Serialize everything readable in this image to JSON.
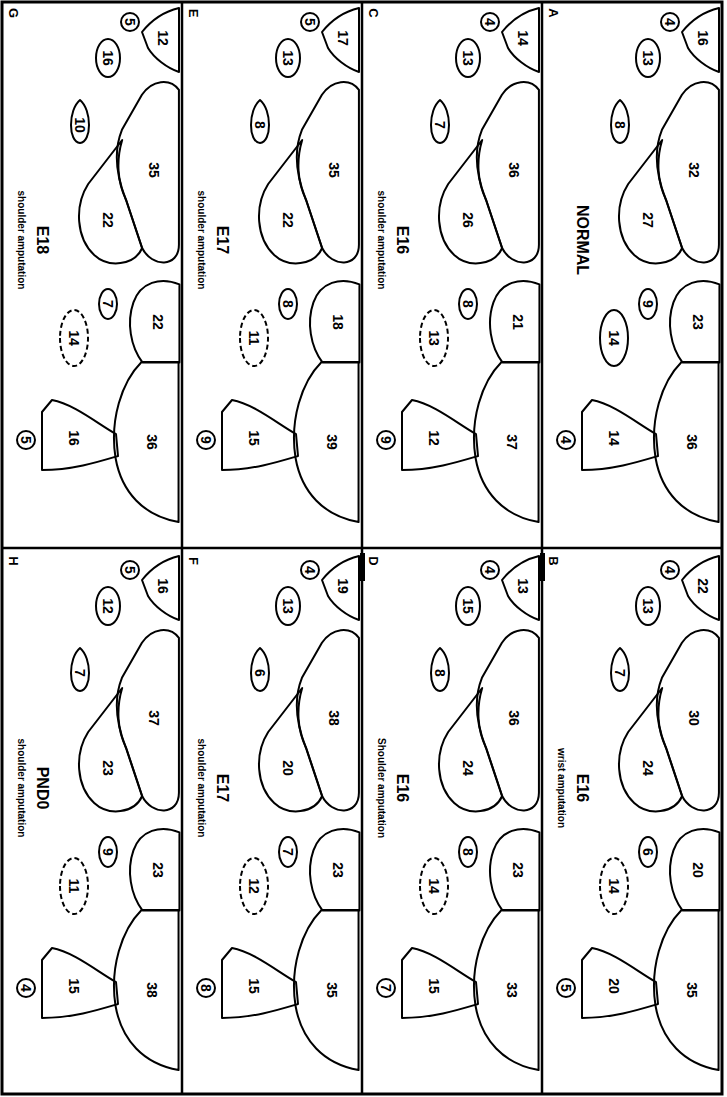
{
  "diagram": {
    "nodes": [
      {
        "text": [
          "16"
        ]
      },
      {
        "text": [
          "4"
        ]
      },
      {
        "text": [
          "13"
        ]
      },
      {
        "text": [
          "32"
        ]
      },
      {
        "text": [
          "27"
        ]
      },
      {
        "text": [
          "8"
        ]
      },
      {
        "text": [
          "23"
        ]
      },
      {
        "text": [
          "36"
        ]
      },
      {
        "text": [
          "9"
        ]
      },
      {
        "text": [
          "14"
        ]
      },
      {
        "text": [
          "14"
        ]
      },
      {
        "text": [
          "4"
        ]
      },
      {
        "text": [
          "22"
        ]
      },
      {
        "text": [
          "4"
        ]
      },
      {
        "text": [
          "13"
        ]
      },
      {
        "text": [
          "30"
        ]
      },
      {
        "text": [
          "24"
        ]
      },
      {
        "text": [
          "7"
        ]
      },
      {
        "text": [
          "20"
        ]
      },
      {
        "text": [
          "35"
        ]
      },
      {
        "text": [
          "6"
        ]
      },
      {
        "text": [
          "14"
        ]
      },
      {
        "text": [
          "20"
        ]
      },
      {
        "text": [
          "5"
        ]
      },
      {
        "text": [
          "14"
        ]
      },
      {
        "text": [
          "4"
        ]
      },
      {
        "text": [
          "13"
        ]
      },
      {
        "text": [
          "36"
        ]
      },
      {
        "text": [
          "26"
        ]
      },
      {
        "text": [
          "7"
        ]
      },
      {
        "text": [
          "21"
        ]
      },
      {
        "text": [
          "37"
        ]
      },
      {
        "text": [
          "8"
        ]
      },
      {
        "text": [
          "13"
        ]
      },
      {
        "text": [
          "12"
        ]
      },
      {
        "text": [
          "9"
        ]
      },
      {
        "text": [
          "13"
        ]
      },
      {
        "text": [
          "4"
        ]
      },
      {
        "text": [
          "15"
        ]
      },
      {
        "text": [
          "36"
        ]
      },
      {
        "text": [
          "24"
        ]
      },
      {
        "text": [
          "8"
        ]
      },
      {
        "text": [
          "23"
        ]
      },
      {
        "text": [
          "33"
        ]
      },
      {
        "text": [
          "8"
        ]
      },
      {
        "text": [
          "14"
        ]
      },
      {
        "text": [
          "15"
        ]
      },
      {
        "text": [
          "7"
        ]
      },
      {
        "text": [
          "17"
        ]
      },
      {
        "text": [
          "5"
        ]
      },
      {
        "text": [
          "13"
        ]
      },
      {
        "text": [
          "35"
        ]
      },
      {
        "text": [
          "22"
        ]
      },
      {
        "text": [
          "8"
        ]
      },
      {
        "text": [
          "18"
        ]
      },
      {
        "text": [
          "39"
        ]
      },
      {
        "text": [
          "8"
        ]
      },
      {
        "text": [
          "11"
        ]
      },
      {
        "text": [
          "15"
        ]
      },
      {
        "text": [
          "9"
        ]
      },
      {
        "text": [
          "19"
        ]
      },
      {
        "text": [
          "4"
        ]
      },
      {
        "text": [
          "13"
        ]
      },
      {
        "text": [
          "38"
        ]
      },
      {
        "text": [
          "20"
        ]
      },
      {
        "text": [
          "6"
        ]
      },
      {
        "text": [
          "23"
        ]
      },
      {
        "text": [
          "35"
        ]
      },
      {
        "text": [
          "7"
        ]
      },
      {
        "text": [
          "12"
        ]
      },
      {
        "text": [
          "15"
        ]
      },
      {
        "text": [
          "8"
        ]
      },
      {
        "text": [
          "12"
        ]
      },
      {
        "text": [
          "5"
        ]
      },
      {
        "text": [
          "16"
        ]
      },
      {
        "text": [
          "35"
        ]
      },
      {
        "text": [
          "22"
        ]
      },
      {
        "text": [
          "10"
        ]
      },
      {
        "text": [
          "22"
        ]
      },
      {
        "text": [
          "36"
        ]
      },
      {
        "text": [
          "7"
        ]
      },
      {
        "text": [
          "14"
        ]
      },
      {
        "text": [
          "16"
        ]
      },
      {
        "text": [
          "5"
        ]
      },
      {
        "text": [
          "16"
        ]
      },
      {
        "text": [
          "5"
        ]
      },
      {
        "text": [
          "12"
        ]
      },
      {
        "text": [
          "37"
        ]
      },
      {
        "text": [
          "23"
        ]
      },
      {
        "text": [
          "7"
        ]
      },
      {
        "text": [
          "23"
        ]
      },
      {
        "text": [
          "38"
        ]
      },
      {
        "text": [
          "9"
        ]
      },
      {
        "text": [
          "11"
        ]
      },
      {
        "text": [
          "15"
        ]
      },
      {
        "text": [
          "4"
        ]
      }
    ],
    "labels": [
      "A",
      "NORMAL",
      "B",
      "E16",
      "wrist amputation",
      "C",
      "E16",
      "shoulder amputation",
      "D",
      "E16",
      "Shoulder amputation",
      "E",
      "E17",
      "shoulder amputation",
      "F",
      "E17",
      "shoulder amputation",
      "G",
      "E18",
      "shoulder amputation",
      "H",
      "PND0",
      "shoulder amputation"
    ]
  }
}
